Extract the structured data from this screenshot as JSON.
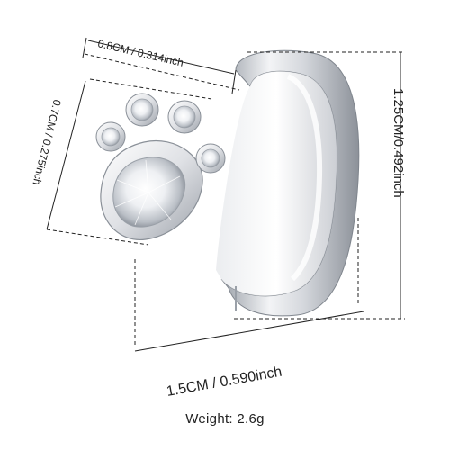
{
  "dimensions": {
    "paw_width": "0.8CM / 0.314inch",
    "paw_height": "0.7CM / 0.275inch",
    "hoop_height": "1.25CM/0.492inch",
    "hoop_width": "1.5CM / 0.590inch"
  },
  "weight": "Weight: 2.6g",
  "colors": {
    "metal_light": "#f4f5f7",
    "metal_mid": "#c9ccd1",
    "metal_dark": "#8e939b",
    "line": "#222222"
  }
}
